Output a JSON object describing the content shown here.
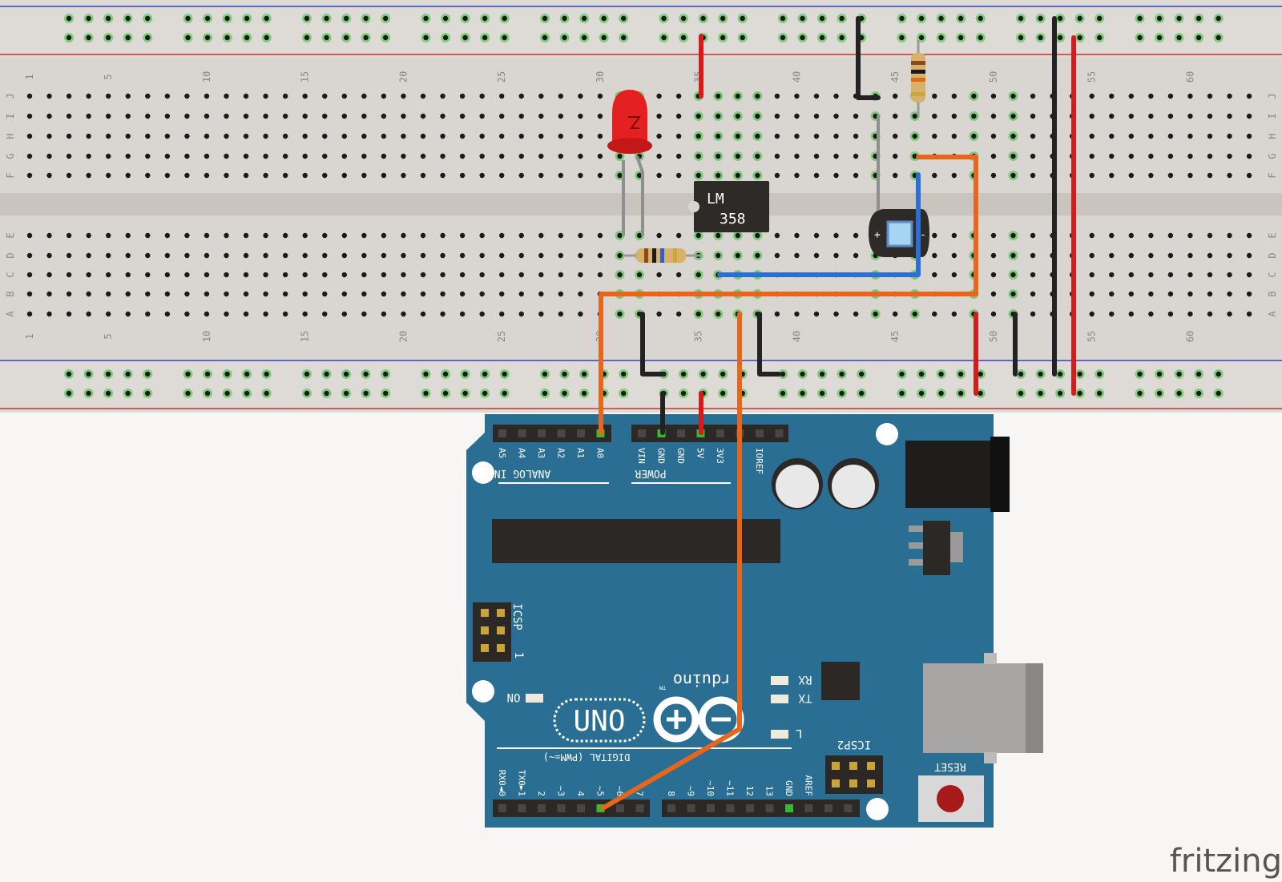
{
  "breadboard": {
    "row_labels_top": [
      "J",
      "I",
      "H",
      "G",
      "F"
    ],
    "row_labels_bottom": [
      "E",
      "D",
      "C",
      "B",
      "A"
    ],
    "column_labels": [
      "1",
      "5",
      "10",
      "15",
      "20",
      "25",
      "30",
      "35",
      "40",
      "45",
      "50",
      "55",
      "60"
    ],
    "column_count": 63
  },
  "components": {
    "ic_label_line1": "LM",
    "ic_label_line2": "358",
    "sensor_plus": "+",
    "sensor_minus": "-"
  },
  "arduino": {
    "analog_pins": [
      "A5",
      "A4",
      "A3",
      "A2",
      "A1",
      "A0"
    ],
    "analog_header_label": "ANALOG IN",
    "power_pins": [
      "VIN",
      "GND",
      "GND",
      "5V",
      "3V3",
      "",
      "IOREF"
    ],
    "power_header_label": "POWER",
    "icsp_label": "ICSP",
    "icsp_pin1": "1",
    "icsp2_label": "ICSP2",
    "on_label": "ON",
    "rx_label": "RX",
    "tx_label": "TX",
    "l_label": "L",
    "uno_label": "UNO",
    "brand_label": "rduino",
    "tm_label": "TM",
    "digital_header_label": "DIGITAL (PWM=~)",
    "digital_pins_left": [
      "RX0◄0",
      "TX0►1",
      "2",
      "~3",
      "4",
      "~5",
      "~6",
      "7"
    ],
    "digital_pins_right": [
      "8",
      "~9",
      "~10",
      "~11",
      "12",
      "13",
      "GND",
      "AREF"
    ],
    "reset_label": "RESET"
  },
  "watermark": "fritzing",
  "colors": {
    "board_blue": "#2a6e94",
    "breadboard": "#d8d4cf",
    "wire_red": "#d41c1c",
    "wire_black": "#222222",
    "wire_orange": "#e8661a",
    "wire_blue": "#2a6ed8",
    "led_red": "#ee2222",
    "rail_blue_line": "#3040c8",
    "rail_red_line": "#d03030",
    "active_hole": "#33b833"
  }
}
